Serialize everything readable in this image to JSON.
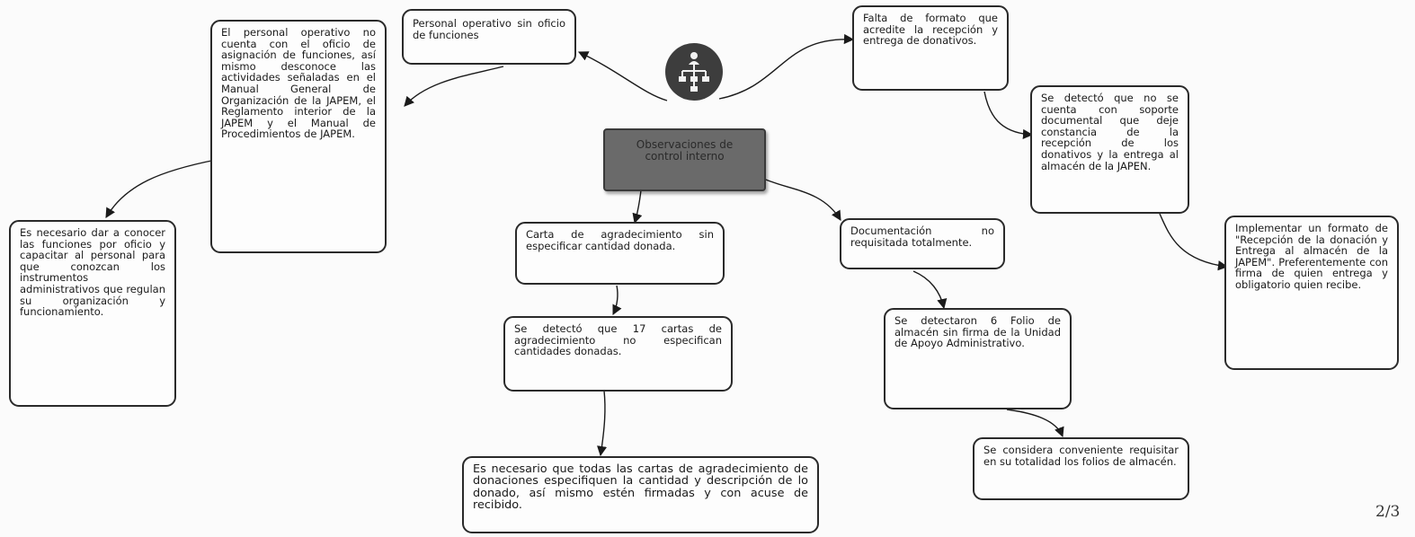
{
  "central_topic": "Observaciones de control interno",
  "nodes": {
    "personal_sin_oficio": "Personal operativo sin oficio de funciones",
    "personal_detalle": "El personal operativo no cuenta con el oficio de asignación de funciones, así mismo desconoce las actividades señaladas en el Manual General de Organización de la JAPEM, el Reglamento interior de la JAPEM y el Manual de Procedimientos de JAPEM.",
    "personal_recomendacion": "Es necesario dar a conocer las funciones por oficio y capacitar al personal para que conozcan los instrumentos administrativos que regulan su organización y funcionamiento.",
    "carta": "Carta de agradecimiento sin especificar cantidad donada.",
    "carta_detalle": "Se detectó que 17 cartas de agradecimiento no especifican cantidades donadas.",
    "carta_recomendacion": "Es necesario que todas las cartas de agradecimiento de donaciones especifiquen la cantidad y descripción de lo donado, así mismo estén firmadas y con acuse de recibido.",
    "documentacion": "Documentación no requisitada totalmente.",
    "documentacion_detalle": "Se detectaron 6 Folio de almacén sin firma de la Unidad de Apoyo Administrativo.",
    "documentacion_recomendacion": "Se considera conveniente requisitar en su totalidad los folios de almacén.",
    "formato": "Falta de formato que acredite la recepción y entrega de donativos.",
    "formato_detalle": "Se detectó que no se cuenta con soporte documental que deje constancia de la recepción de los donativos y la entrega al almacén de la JAPEN.",
    "formato_recomendacion": "Implementar un formato de \"Recepción de la donación y Entrega al almacén de la JAPEM\". Preferentemente con firma de quien entrega y obligatorio quien recibe."
  },
  "icon": "hierarchy-icon",
  "page_number": "2/3",
  "colors": {
    "center_fill": "#6a6a6a",
    "icon_circle": "#3d3d3d",
    "border": "#2a2a2a"
  }
}
